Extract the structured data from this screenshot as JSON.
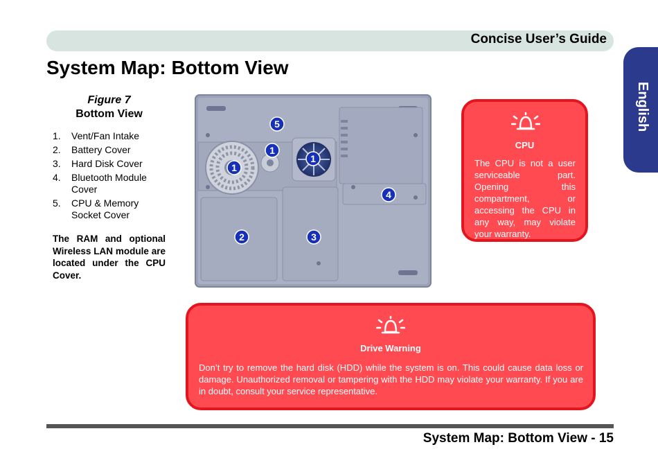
{
  "header": {
    "title": "Concise User’s Guide"
  },
  "page_title": "System Map: Bottom View",
  "lang_tab": "English",
  "figure": {
    "number": "Figure 7",
    "title": "Bottom View"
  },
  "legend": [
    {
      "n": "1.",
      "label": "Vent/Fan Intake"
    },
    {
      "n": "2.",
      "label": "Battery Cover"
    },
    {
      "n": "3.",
      "label": "Hard Disk Cover"
    },
    {
      "n": "4.",
      "label": "Bluetooth Module Cover"
    },
    {
      "n": "5.",
      "label": "CPU & Memory Socket Cover"
    }
  ],
  "note": "The RAM and optional Wireless LAN module are located under the CPU Cover.",
  "callouts": [
    "1",
    "1",
    "1",
    "2",
    "3",
    "4",
    "5"
  ],
  "warnings": {
    "cpu": {
      "title": "CPU",
      "text": "The CPU is not a user serviceable part. Opening this compartment, or accessing the CPU in any way, may violate your warranty.",
      "icon": "warning-bell-icon"
    },
    "drive": {
      "title": "Drive Warning",
      "text": "Don’t try to remove the hard disk (HDD) while the system is on. This could cause data loss or damage. Unauthorized removal or tampering with the HDD may violate your warranty. If you are in doubt, consult your service representative.",
      "icon": "warning-bell-icon"
    }
  },
  "footer": {
    "title": "System Map: Bottom View - 15"
  },
  "colors": {
    "tab": "#2b3a8c",
    "warning_fill": "#ff4a52",
    "warning_border": "#e3161f",
    "callout": "#1730b8"
  }
}
